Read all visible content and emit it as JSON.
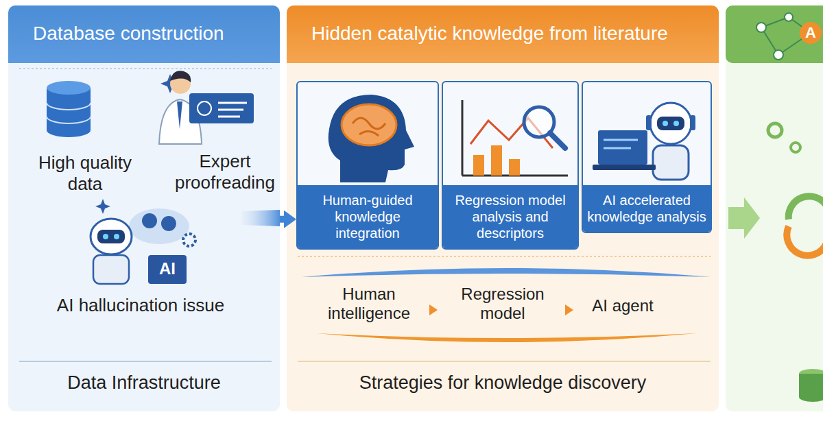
{
  "diagram": {
    "nodes": [
      {
        "text": [
          "Database construction",
          "Data Infrastructure"
        ]
      },
      {
        "text": [
          "Hidden catalytic knowledge from literature",
          "Strategies for knowledge discovery"
        ]
      },
      {
        "text": [
          "Human-guided knowledge integration"
        ],
        "in": 1
      },
      {
        "text": [
          "Regression model analysis and descriptors"
        ],
        "in": 1
      },
      {
        "text": [
          "AI accelerated knowledge analysis"
        ],
        "in": 1
      }
    ],
    "edges": [
      {
        "from": 0,
        "to": 2,
        "arrow": "to"
      }
    ],
    "labels": [
      "High quality data",
      "Expert proofreading",
      "AI",
      "AI hallucination issue",
      "Human intelligence",
      "Regression model",
      "AI agent",
      "A"
    ]
  }
}
